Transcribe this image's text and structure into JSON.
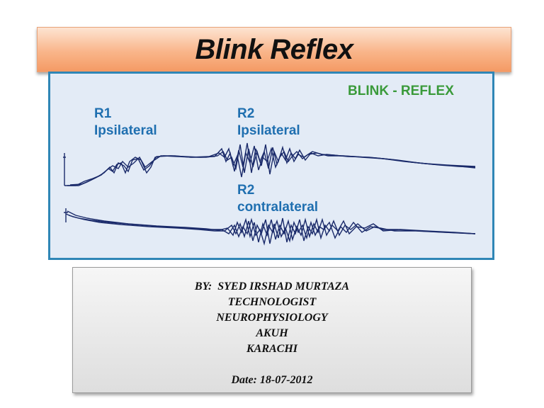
{
  "slide": {
    "title": "Blink Reflex",
    "figure": {
      "header": "BLINK - REFLEX",
      "r1_label": "R1",
      "r1_sub": "Ipsilateral",
      "r2_ipsi_label": "R2",
      "r2_ipsi_sub": "Ipsilateral",
      "r2_contra_label": "R2",
      "r2_contra_sub": "contralateral"
    },
    "credits": {
      "author": "BY:  SYED IRSHAD MURTAZA",
      "role": "TECHNOLOGIST",
      "department": "NEUROPHYSIOLOGY",
      "institution": "AKUH",
      "city": "KARACHI",
      "date": "Date: 18-07-2012"
    }
  },
  "colors": {
    "title_gradient_top": "#fde4d2",
    "title_gradient_bottom": "#f49a64",
    "figure_border": "#2f86b6",
    "figure_background": "#e3ebf6",
    "figure_header_text": "#3a9a3a",
    "figure_label_text": "#1f6fb0",
    "trace_color": "#1a2a6a"
  }
}
